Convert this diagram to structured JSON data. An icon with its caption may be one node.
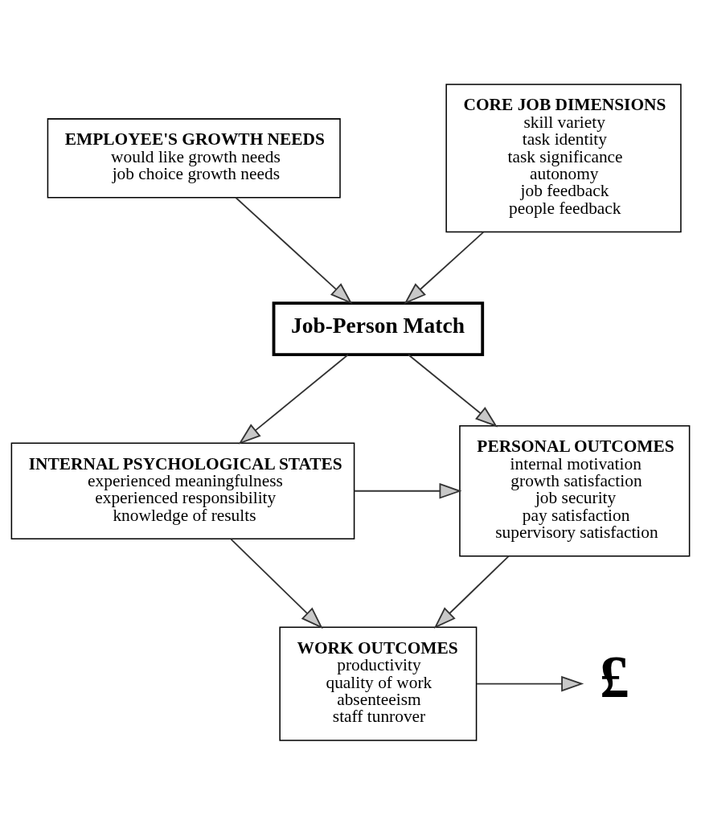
{
  "diagram": {
    "nodes": [
      {
        "text": [
          "EMPLOYEE'S GROWTH NEEDS",
          "would like growth needs",
          "job choice growth needs"
        ]
      },
      {
        "text": [
          "CORE JOB DIMENSIONS",
          "skill variety",
          "task identity",
          "task significance",
          "autonomy",
          "job feedback",
          "people feedback"
        ]
      },
      {
        "text": [
          "Job-Person Match"
        ]
      },
      {
        "text": [
          "INTERNAL PSYCHOLOGICAL STATES",
          "experienced meaningfulness",
          "experienced responsibility",
          "knowledge of results"
        ]
      },
      {
        "text": [
          "PERSONAL OUTCOMES",
          "internal motivation",
          "growth satisfaction",
          "job security",
          "pay satisfaction",
          "supervisory satisfaction"
        ]
      },
      {
        "text": [
          "WORK OUTCOMES",
          "productivity",
          "quality of work",
          "absenteeism",
          "staff tunrover"
        ]
      },
      {
        "text": [
          "£"
        ]
      }
    ],
    "edges": [
      {
        "from": 0,
        "to": 2,
        "arrow": "to"
      },
      {
        "from": 1,
        "to": 2,
        "arrow": "to"
      },
      {
        "from": 2,
        "to": 3,
        "arrow": "to"
      },
      {
        "from": 2,
        "to": 4,
        "arrow": "to"
      },
      {
        "from": 3,
        "to": 4,
        "arrow": "to"
      },
      {
        "from": 3,
        "to": 5,
        "arrow": "to"
      },
      {
        "from": 4,
        "to": 5,
        "arrow": "to"
      },
      {
        "from": 5,
        "to": 6,
        "arrow": "to"
      }
    ]
  }
}
